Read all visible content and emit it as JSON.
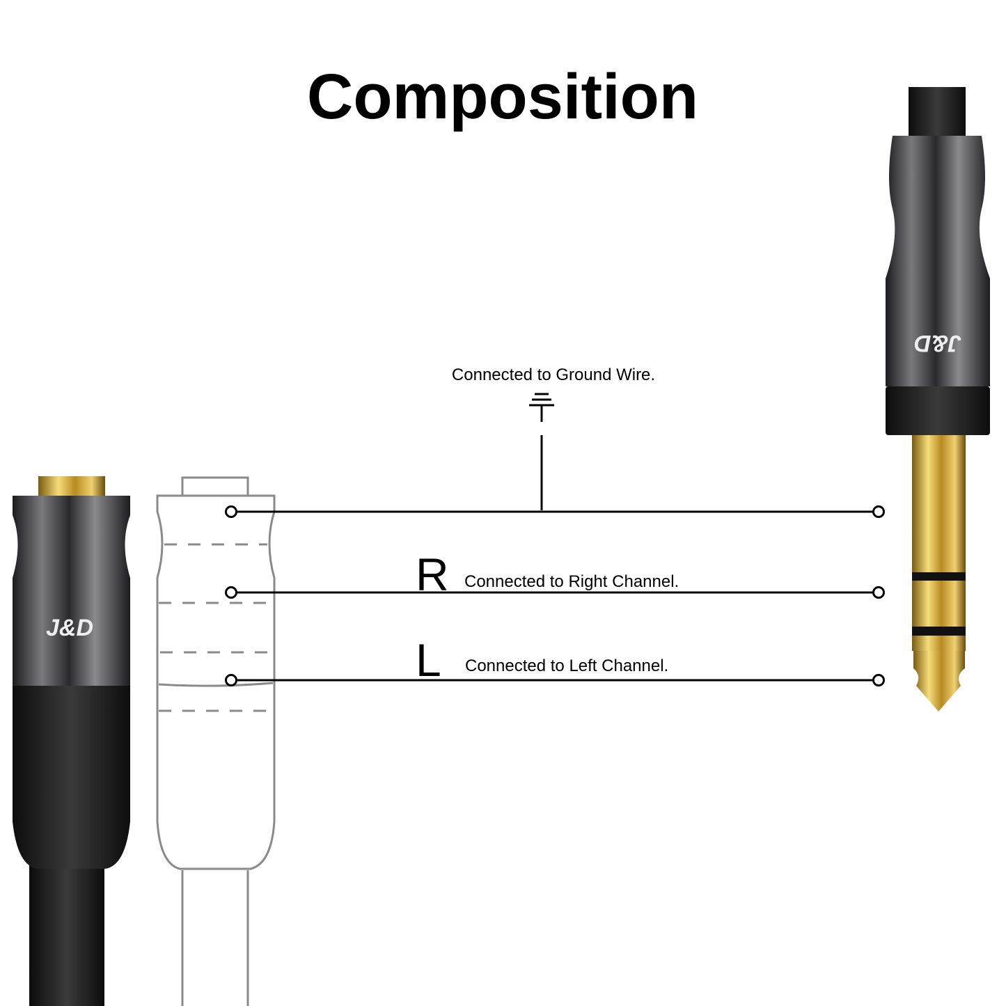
{
  "title": "Composition",
  "brand": "J&D",
  "labels": {
    "ground": "Connected to Ground Wire.",
    "right_letter": "R",
    "right": "Connected to Right Channel.",
    "left_letter": "L",
    "left": "Connected to Left Channel."
  },
  "colors": {
    "gold": "#c9a233",
    "gunmetal": "#4a4a4c",
    "outline": "#8a8a8a"
  }
}
